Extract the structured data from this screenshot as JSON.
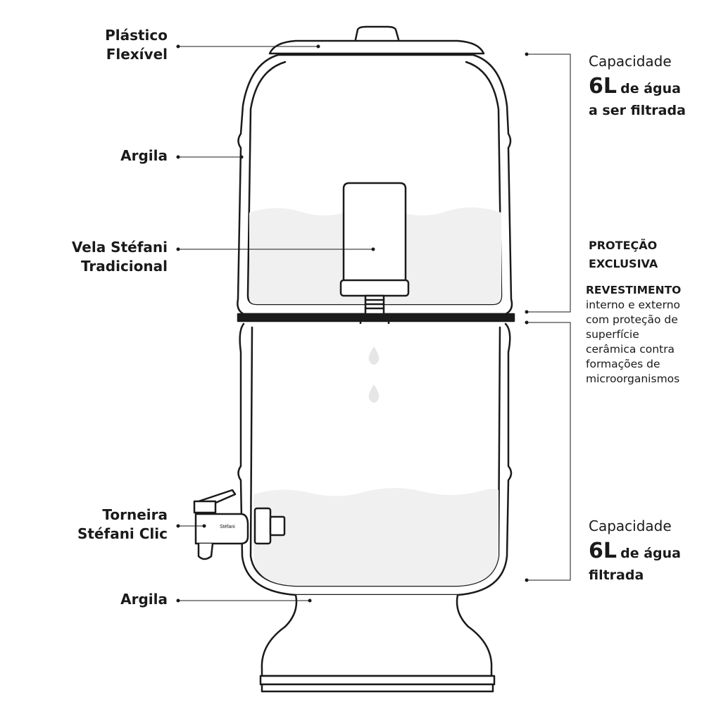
{
  "labels": {
    "lid": [
      "Plástico",
      "Flexível"
    ],
    "upper_clay": "Argila",
    "candle": [
      "Vela Stéfani",
      "Tradicional"
    ],
    "faucet": [
      "Torneira",
      "Stéfani Clic"
    ],
    "base_clay": "Argila"
  },
  "capacity_top": {
    "title": "Capacidade",
    "amount": "6L",
    "line1_rest": "de água",
    "line2": "a ser filtrada"
  },
  "protection": {
    "title_lines": [
      "PROTEÇÃO",
      "EXCLUSIVA"
    ],
    "coating_title": "REVESTIMENTO",
    "coating_desc": [
      "interno e externo",
      "com proteção de",
      "superfície",
      "cerâmica contra",
      "formações de",
      "microorganismos"
    ]
  },
  "capacity_bottom": {
    "title": "Capacidade",
    "amount": "6L",
    "line1_rest": "de água",
    "line2": "filtrada"
  },
  "faucet_brand": "Stéfani",
  "colors": {
    "outline": "#1a1a1a",
    "water": "#f0f0f0",
    "background": "#ffffff"
  }
}
